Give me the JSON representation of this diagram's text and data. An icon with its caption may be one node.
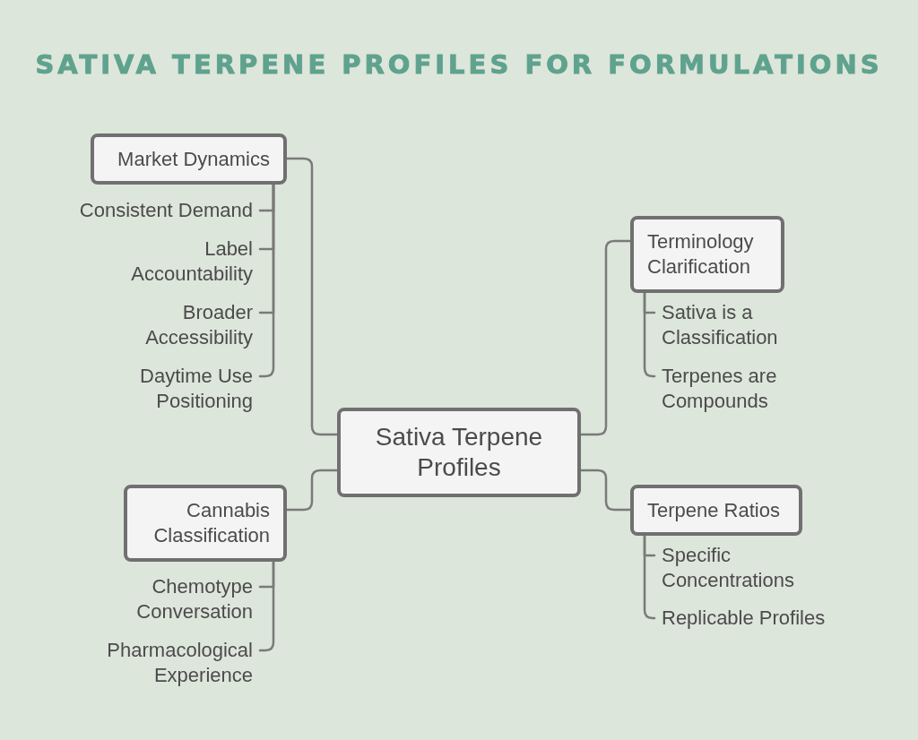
{
  "diagram": {
    "title": "SATIVA TERPENE PROFILES FOR FORMULATIONS",
    "nodes": [
      {
        "text": [
          "Sativa Terpene Profiles"
        ]
      },
      {
        "text": [
          "Market Dynamics"
        ]
      },
      {
        "text": [
          "Consistent Demand"
        ]
      },
      {
        "text": [
          "Label Accountability"
        ]
      },
      {
        "text": [
          "Broader Accessibility"
        ]
      },
      {
        "text": [
          "Daytime Use Positioning"
        ]
      },
      {
        "text": [
          "Terminology Clarification"
        ]
      },
      {
        "text": [
          "Sativa is a Classification"
        ]
      },
      {
        "text": [
          "Terpenes are Compounds"
        ]
      },
      {
        "text": [
          "Cannabis Classification"
        ]
      },
      {
        "text": [
          "Chemotype Conversation"
        ]
      },
      {
        "text": [
          "Pharmacological Experience"
        ]
      },
      {
        "text": [
          "Terpene Ratios"
        ]
      },
      {
        "text": [
          "Specific Concentrations"
        ]
      },
      {
        "text": [
          "Replicable Profiles"
        ]
      }
    ],
    "edges": [
      {
        "from": 0,
        "to": 1,
        "arrow": "none"
      },
      {
        "from": 1,
        "to": 2,
        "arrow": "none"
      },
      {
        "from": 1,
        "to": 3,
        "arrow": "none"
      },
      {
        "from": 1,
        "to": 4,
        "arrow": "none"
      },
      {
        "from": 1,
        "to": 5,
        "arrow": "none"
      },
      {
        "from": 0,
        "to": 6,
        "arrow": "none"
      },
      {
        "from": 6,
        "to": 7,
        "arrow": "none"
      },
      {
        "from": 6,
        "to": 8,
        "arrow": "none"
      },
      {
        "from": 0,
        "to": 9,
        "arrow": "none"
      },
      {
        "from": 9,
        "to": 10,
        "arrow": "none"
      },
      {
        "from": 9,
        "to": 11,
        "arrow": "none"
      },
      {
        "from": 0,
        "to": 12,
        "arrow": "none"
      },
      {
        "from": 12,
        "to": 13,
        "arrow": "none"
      },
      {
        "from": 12,
        "to": 14,
        "arrow": "none"
      }
    ]
  }
}
